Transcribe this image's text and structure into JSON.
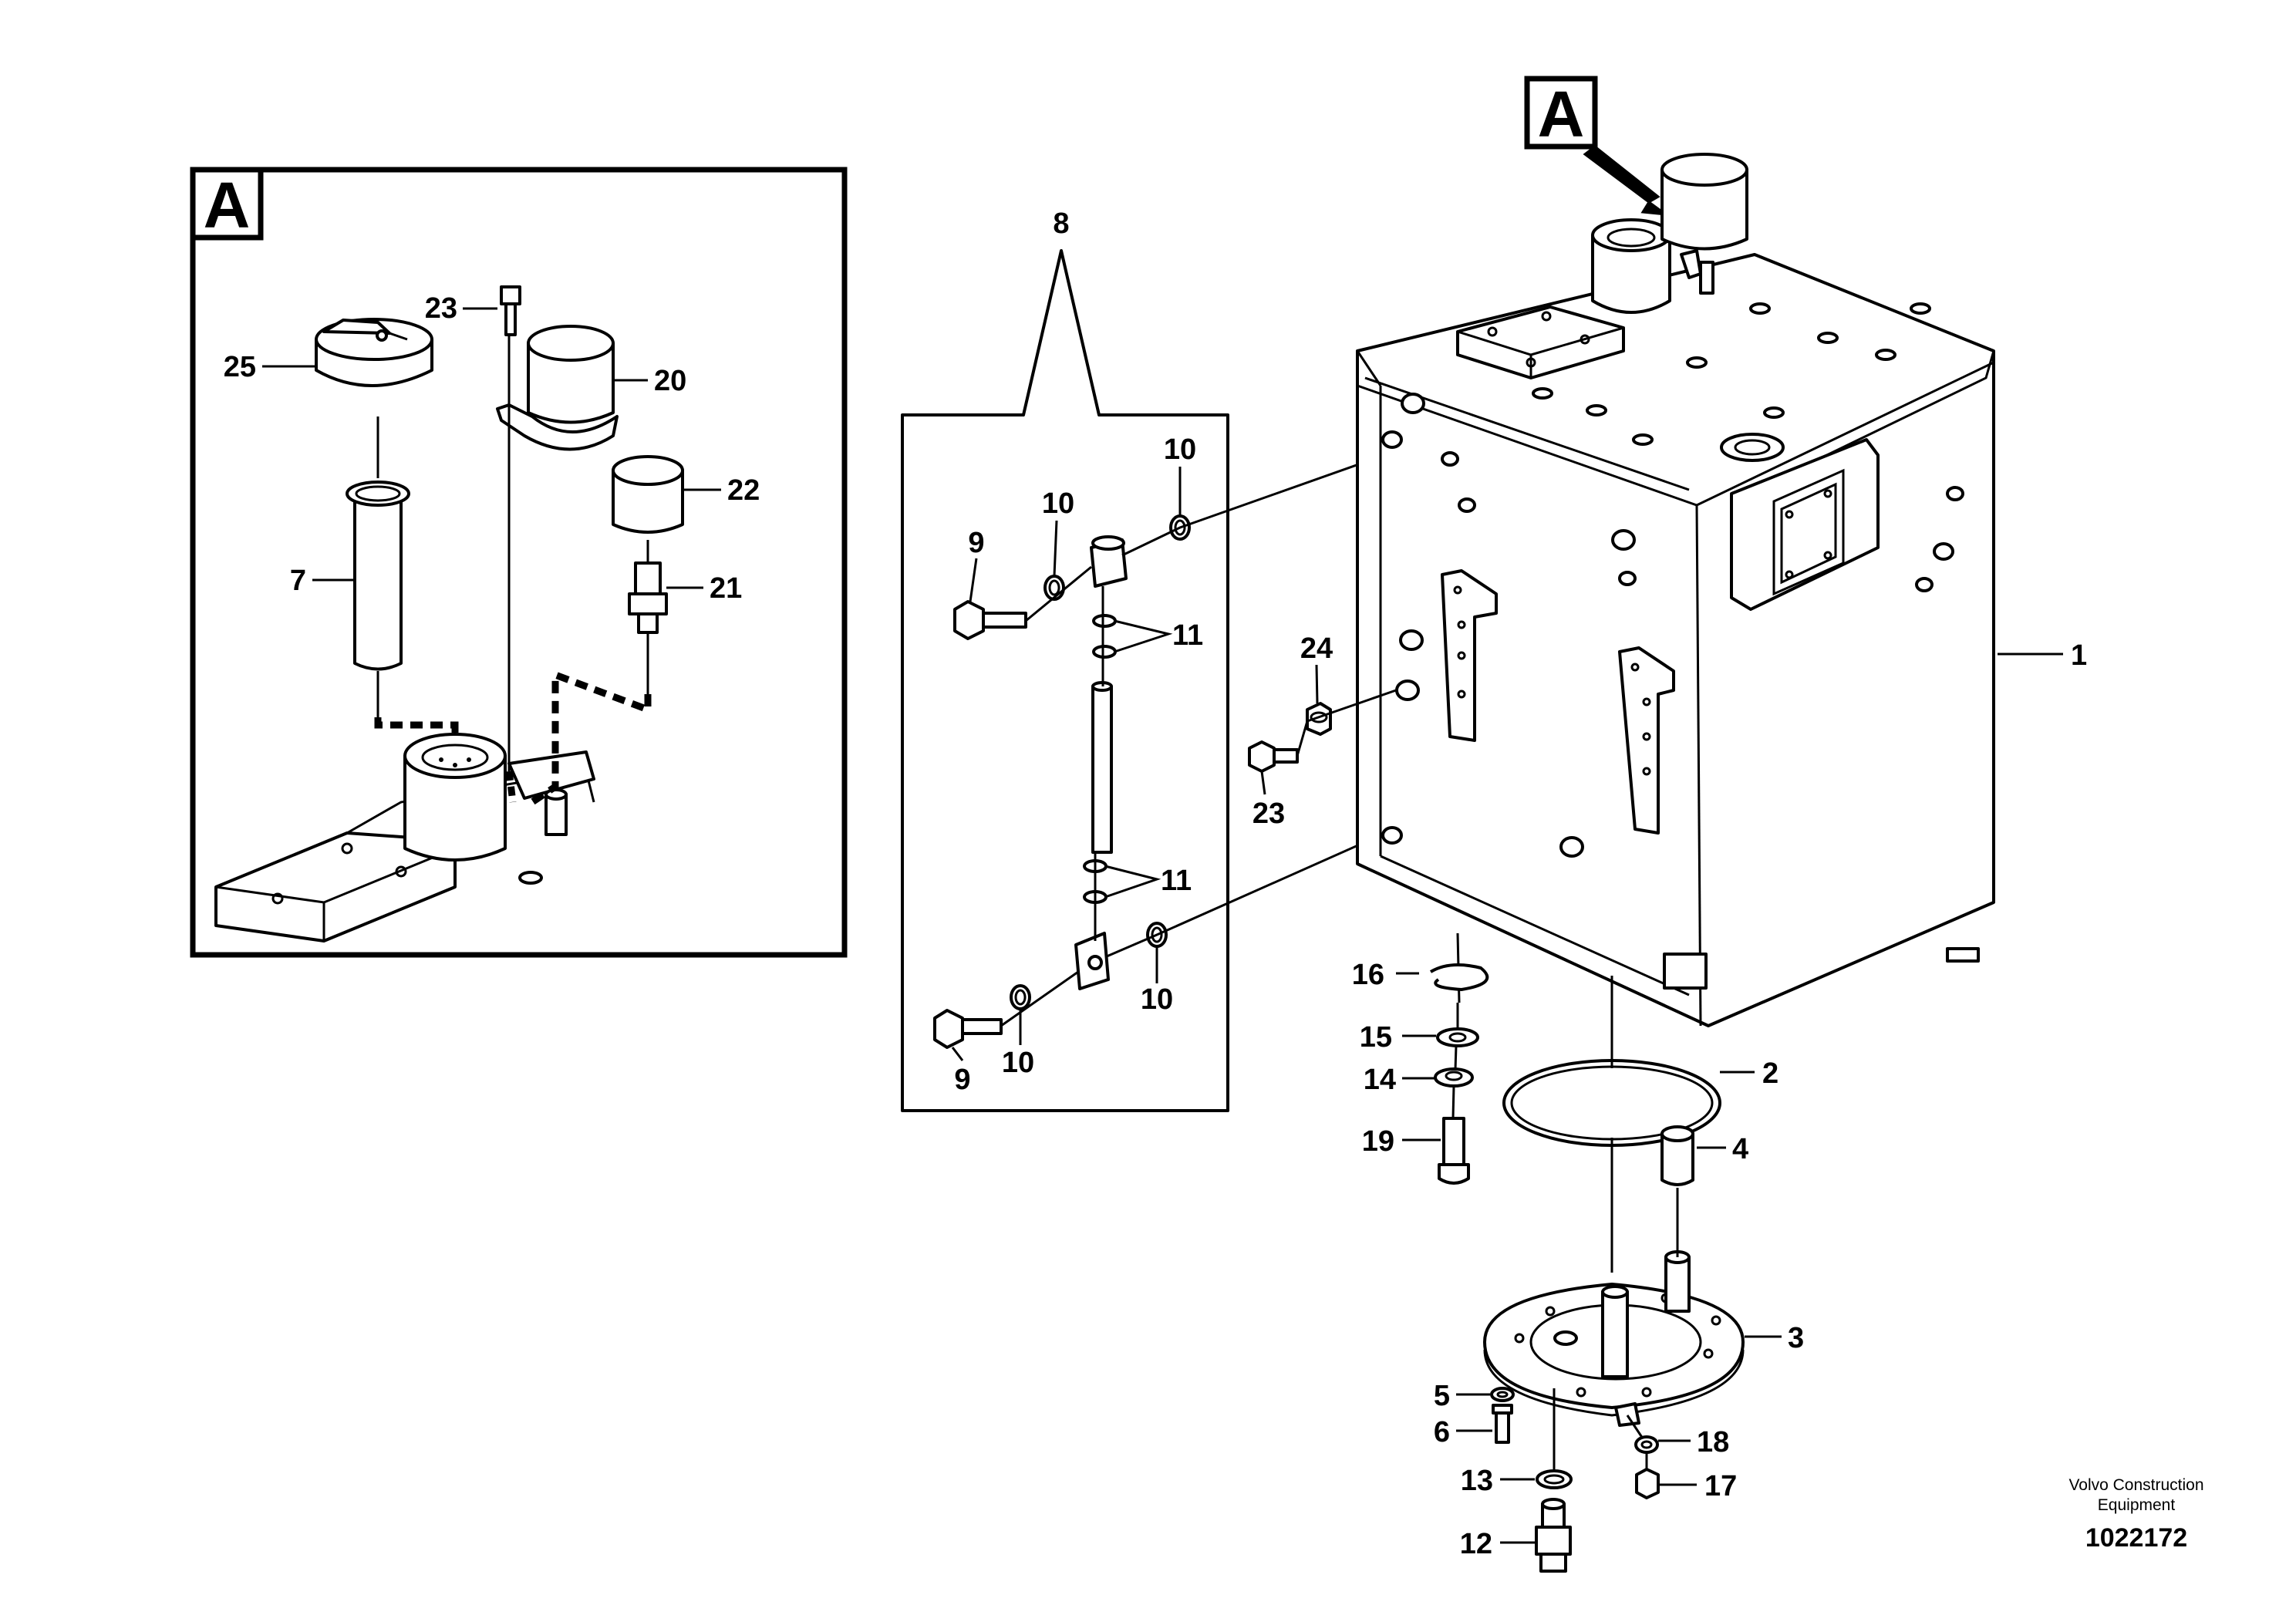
{
  "view": {
    "detail_label": "A",
    "pointer_label": "A"
  },
  "callouts": {
    "c1": "1",
    "c2": "2",
    "c3": "3",
    "c4": "4",
    "c5": "5",
    "c6": "6",
    "c7": "7",
    "c8": "8",
    "c9a": "9",
    "c9b": "9",
    "c10a": "10",
    "c10b": "10",
    "c10c": "10",
    "c10d": "10",
    "c11a": "11",
    "c11b": "11",
    "c12": "12",
    "c13": "13",
    "c14": "14",
    "c15": "15",
    "c16": "16",
    "c17": "17",
    "c18": "18",
    "c19": "19",
    "c20": "20",
    "c21": "21",
    "c22": "22",
    "c23a": "23",
    "c23b": "23",
    "c24": "24",
    "c25": "25"
  },
  "footer": {
    "company_line1": "Volvo Construction",
    "company_line2": "Equipment",
    "drawing_number": "1022172"
  }
}
